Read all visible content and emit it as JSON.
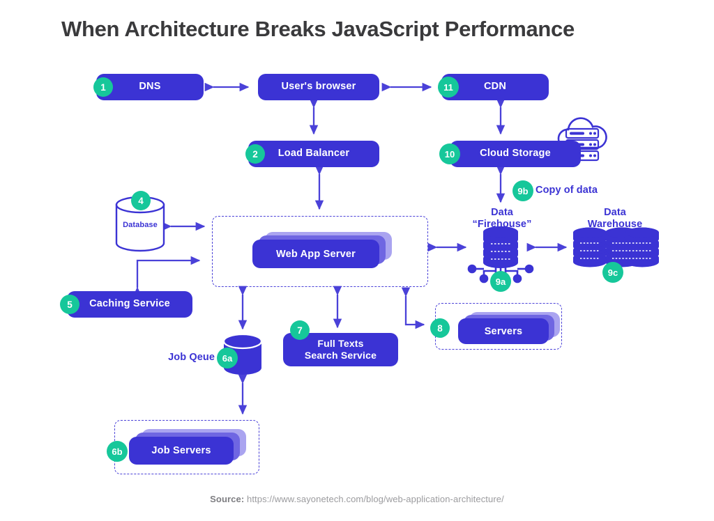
{
  "title": "When Architecture Breaks JavaScript Performance",
  "source": {
    "label": "Source:",
    "url": "https://www.sayonetech.com/blog/web-application-architecture/"
  },
  "colors": {
    "node_blue": "#3b33d4",
    "badge_teal": "#16c79a",
    "stack_mid": "#6f66e2",
    "stack_back": "#aaa4f0",
    "arrow_blue": "#4a41d8",
    "title_gray": "#3a3a3c",
    "source_gray": "#9b9b9e",
    "page_bg": "#ffffff"
  },
  "nodes": {
    "dns": {
      "label": "DNS",
      "badge": "1"
    },
    "browser": {
      "label": "User's browser",
      "badge": ""
    },
    "cdn": {
      "label": "CDN",
      "badge": "11"
    },
    "load_balancer": {
      "label": "Load Balancer",
      "badge": "2"
    },
    "cloud_storage": {
      "label": "Cloud Storage",
      "badge": "10"
    },
    "database": {
      "label": "Database",
      "badge": "4"
    },
    "web_app_server": {
      "label": "Web  App Server",
      "badge": ""
    },
    "caching": {
      "label": "Caching Service",
      "badge": "5"
    },
    "job_queue": {
      "label": "Job Qeue",
      "badge": "6a"
    },
    "full_text": {
      "line1": "Full Texts",
      "line2": "Search Service",
      "badge": "7"
    },
    "servers": {
      "label": "Servers",
      "badge": "8"
    },
    "job_servers": {
      "label": "Job Servers",
      "badge": "6b"
    },
    "copy_of_data": {
      "label": "Copy of data",
      "badge": "9b"
    },
    "data_firehouse": {
      "line1": "Data",
      "line2": "“Firehouse”",
      "badge": "9a"
    },
    "data_warehouse": {
      "line1": "Data",
      "line2": "Warehouse",
      "badge": "9c"
    }
  },
  "icons": {
    "cloud_storage_icon": "cloud-server-rack-icon",
    "cdn_cloud_icon": "cloud-outline-icon",
    "database_cylinder_icon": "database-cylinder-icon",
    "job_queue_cylinder_icon": "cylinder-icon",
    "firehouse_stack_icon": "database-stack-network-icon",
    "warehouse_stack_icon": "triple-database-stack-icon"
  },
  "connections": [
    {
      "from": "dns",
      "to": "browser",
      "type": "bidirectional-horizontal"
    },
    {
      "from": "browser",
      "to": "cdn",
      "type": "bidirectional-horizontal"
    },
    {
      "from": "browser",
      "to": "load_balancer",
      "type": "bidirectional-vertical"
    },
    {
      "from": "cdn",
      "to": "cloud_storage",
      "type": "bidirectional-vertical"
    },
    {
      "from": "load_balancer",
      "to": "web_app_server",
      "type": "bidirectional-vertical"
    },
    {
      "from": "cloud_storage",
      "to": "data_firehouse",
      "type": "bidirectional-vertical"
    },
    {
      "from": "database",
      "to": "web_app_server",
      "type": "bidirectional-horizontal"
    },
    {
      "from": "database",
      "to": "caching",
      "type": "elbow"
    },
    {
      "from": "web_app_server",
      "to": "job_queue",
      "type": "bidirectional-vertical"
    },
    {
      "from": "web_app_server",
      "to": "full_text",
      "type": "bidirectional-vertical"
    },
    {
      "from": "web_app_server",
      "to": "servers",
      "type": "elbow"
    },
    {
      "from": "job_queue",
      "to": "job_servers",
      "type": "bidirectional-vertical"
    },
    {
      "from": "data_firehouse",
      "to": "web_app_server",
      "type": "bidirectional-horizontal"
    },
    {
      "from": "data_firehouse",
      "to": "data_warehouse",
      "type": "bidirectional-horizontal"
    }
  ]
}
